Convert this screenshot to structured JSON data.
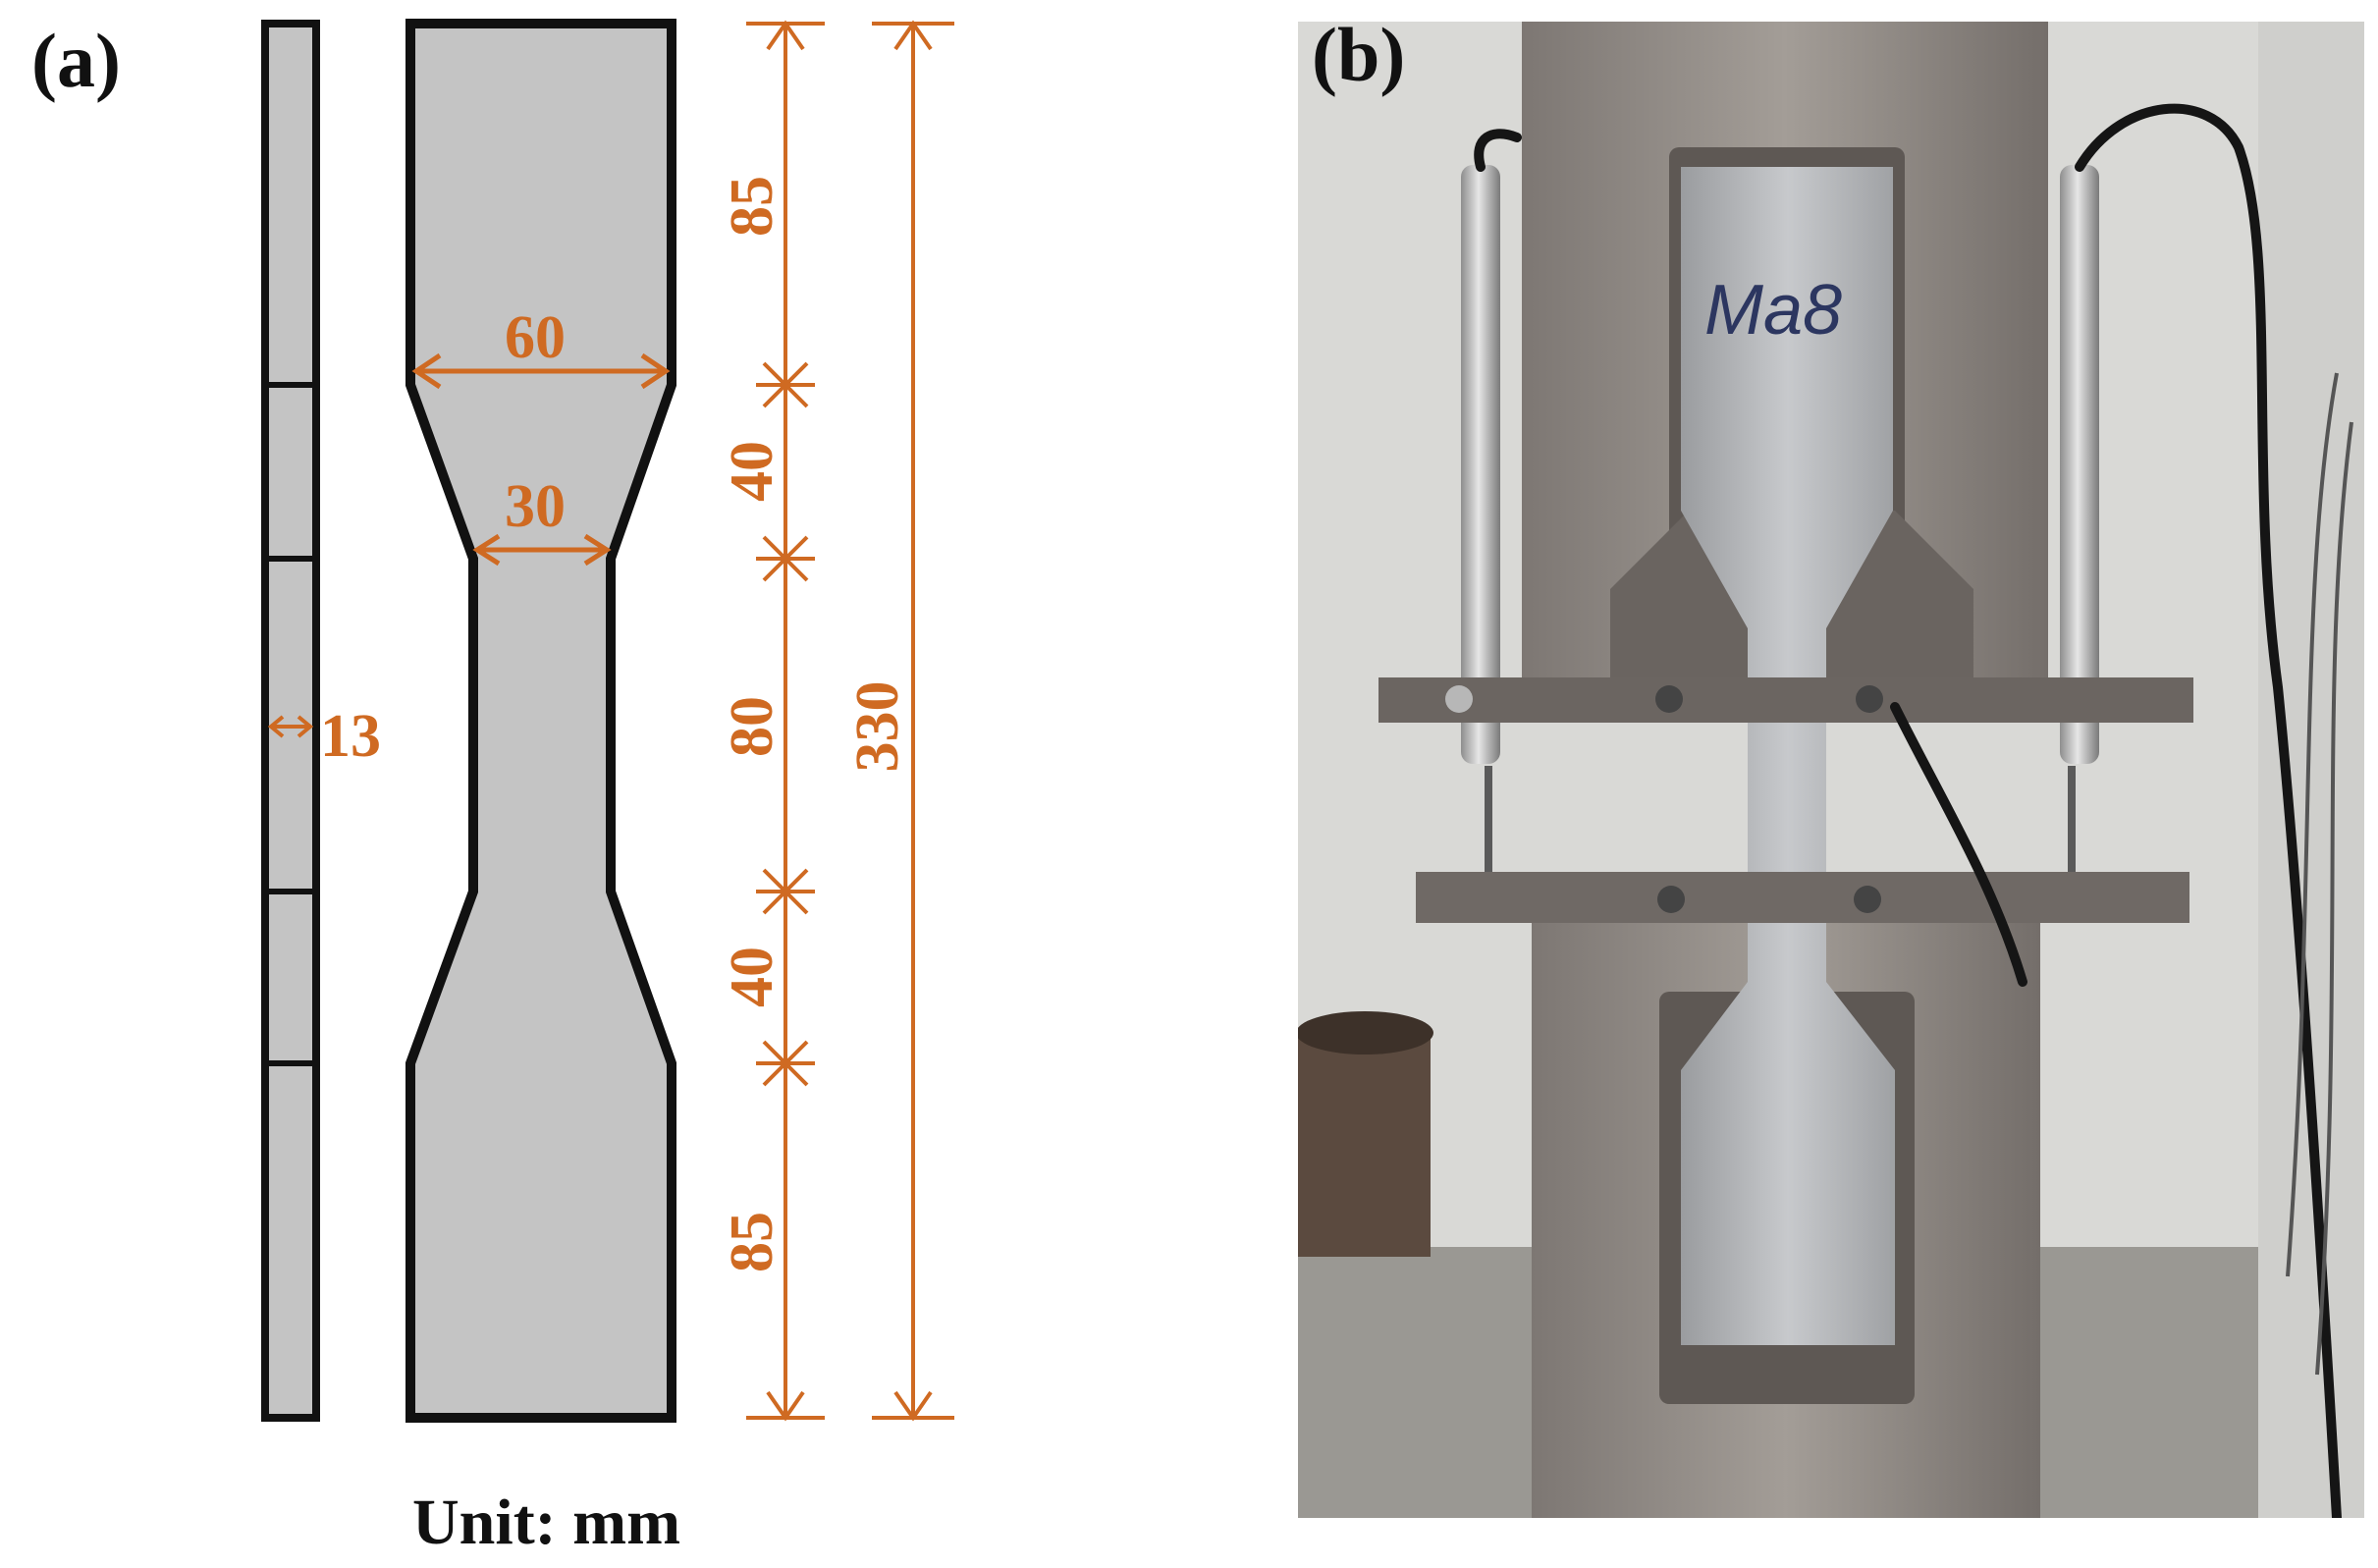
{
  "panels": {
    "a": {
      "label": "(a)"
    },
    "b": {
      "label": "(b)"
    }
  },
  "drawing": {
    "unit_label": "Unit: mm",
    "thickness_label": "13",
    "width_labels": {
      "grip": "60",
      "gauge": "30"
    },
    "length_labels": {
      "top_grip": "85",
      "top_transition": "40",
      "gauge": "80",
      "bottom_transition": "40",
      "bottom_grip": "85",
      "total": "330"
    }
  },
  "photo": {
    "specimen_marking": "Ma8"
  },
  "colors": {
    "dimension": "#cf6a22",
    "specimen_fill": "#c4c4c4",
    "outline": "#111111",
    "grip_steel": "#8a8480",
    "background_wall": "#d9d9d6"
  }
}
